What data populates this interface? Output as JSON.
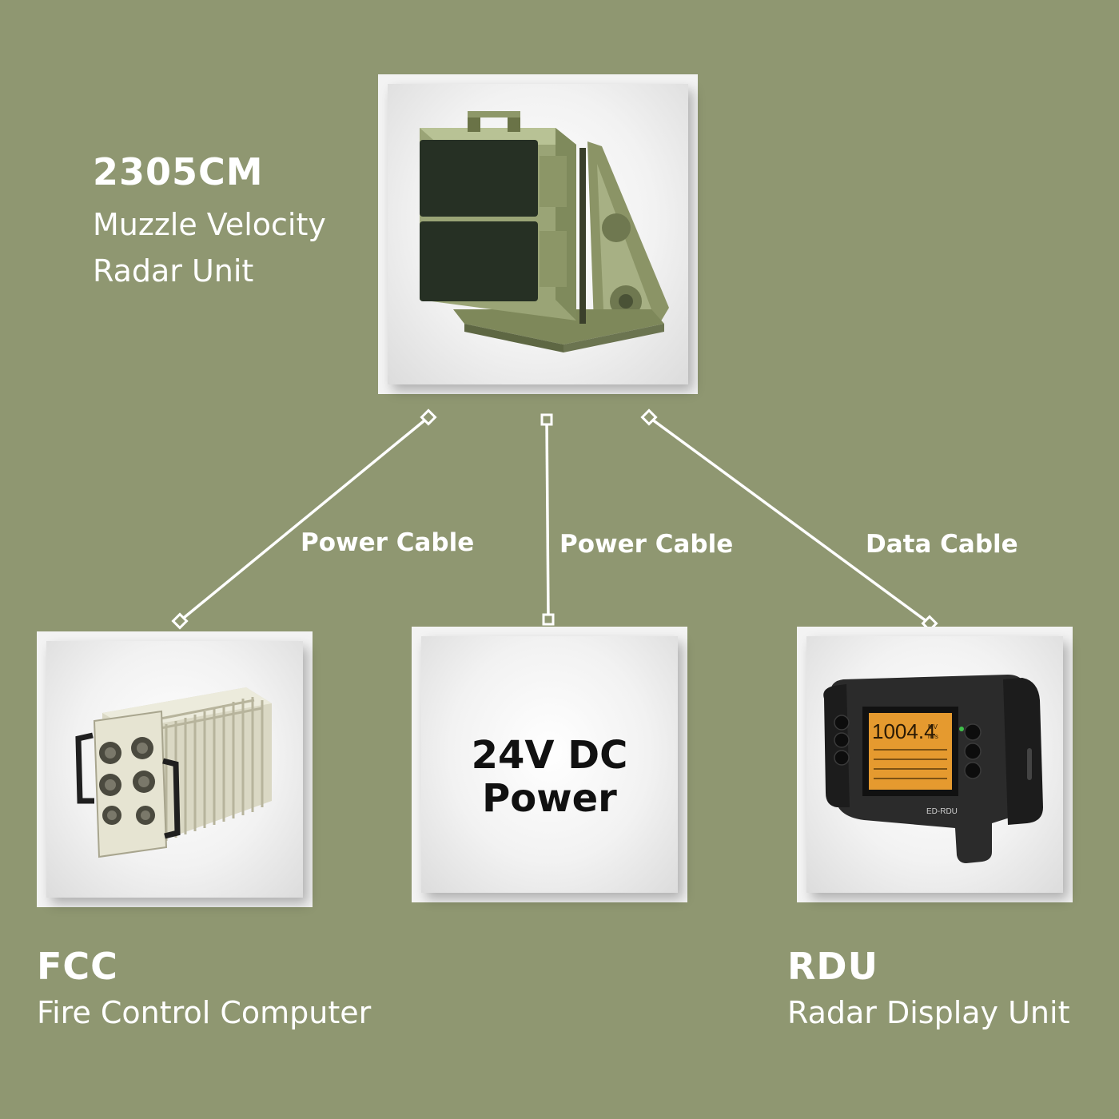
{
  "radar_unit": {
    "title": "2305CM",
    "subtitle_line1": "Muzzle Velocity",
    "subtitle_line2": "Radar Unit",
    "icon": "radar-unit-icon"
  },
  "fcc": {
    "title": "FCC",
    "subtitle": "Fire Control Computer",
    "icon": "fire-control-computer-icon"
  },
  "power": {
    "line1": "24V DC",
    "line2": "Power"
  },
  "rdu": {
    "title": "RDU",
    "subtitle": "Radar Display Unit",
    "icon": "radar-display-unit-icon",
    "screen": {
      "value": "1004.4",
      "unit_top": "MV",
      "unit_bottom": "m/s",
      "brand": "ED-RDU"
    }
  },
  "cables": [
    {
      "id": "fcc",
      "label": "Power Cable"
    },
    {
      "id": "power",
      "label": "Power Cable"
    },
    {
      "id": "rdu",
      "label": "Data Cable"
    }
  ],
  "colors": {
    "background": "#8f9771",
    "text": "#ffffff",
    "card": "#f3f3f3",
    "connector": "#ffffff"
  }
}
